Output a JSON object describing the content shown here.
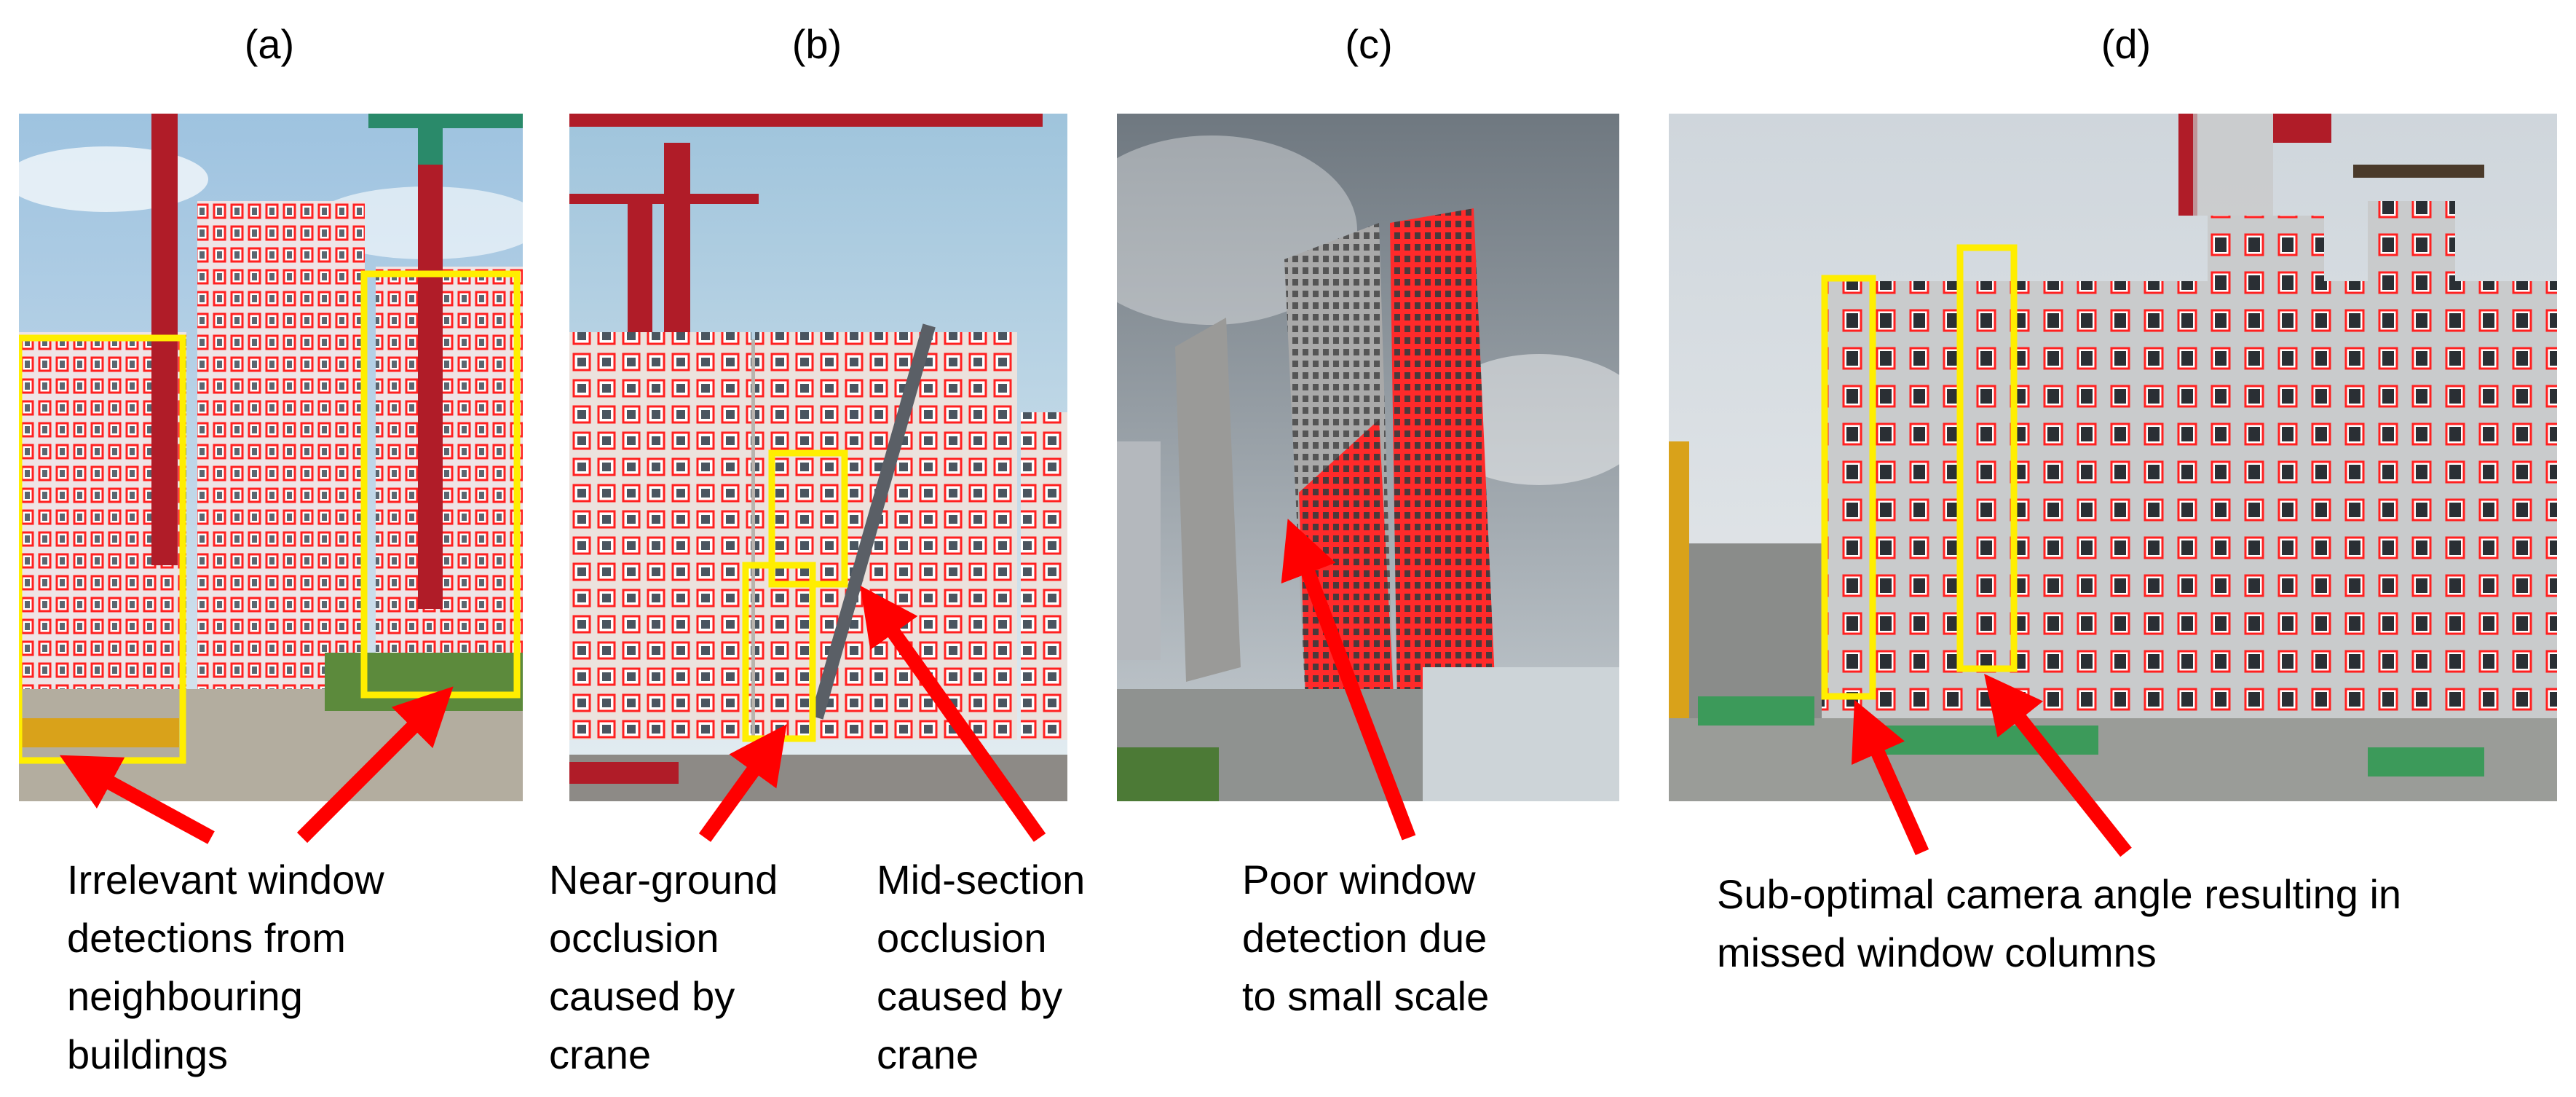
{
  "panels": {
    "a": {
      "label": "(a)"
    },
    "b": {
      "label": "(b)"
    },
    "c": {
      "label": "(c)"
    },
    "d": {
      "label": "(d)"
    }
  },
  "captions": {
    "a": "Irrelevant window\ndetections from\nneighbouring\nbuildings",
    "b1": "Near-ground\nocclusion\ncaused by\ncrane",
    "b2": "Mid-section\nocclusion\ncaused by\ncrane",
    "c": "Poor window\ndetection due\nto small scale",
    "d": "Sub-optimal camera angle resulting in\nmissed window columns"
  },
  "colors": {
    "detection_box": "#ff2020",
    "highlight_box": "#ffee00",
    "arrow": "#ff0000",
    "crane": "#b01c28",
    "crane_green": "#2a8a6a"
  }
}
